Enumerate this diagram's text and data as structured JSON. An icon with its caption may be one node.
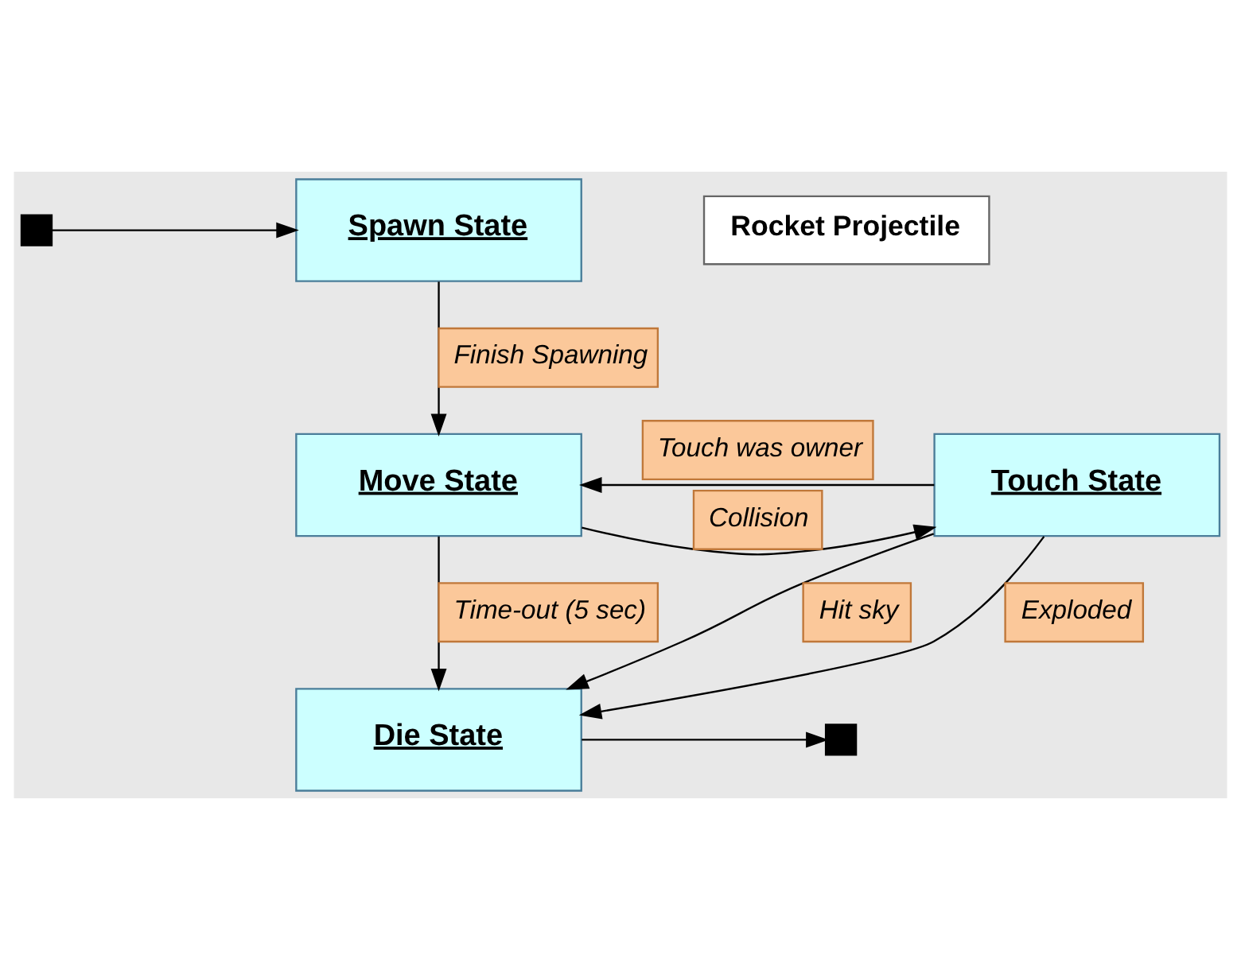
{
  "diagram": {
    "nodes": [
      {
        "text": [],
        "shape": "box"
      },
      {
        "text": [
          "Spawn State"
        ]
      },
      {
        "text": [
          "Move State"
        ]
      },
      {
        "text": [
          "Touch State"
        ]
      },
      {
        "text": [
          "Die State"
        ]
      },
      {
        "text": [],
        "shape": "box"
      },
      {
        "text": [
          "Rocket Projectile"
        ]
      }
    ],
    "edges": [
      {
        "from": 0,
        "to": 1,
        "arrow": "to"
      },
      {
        "from": 1,
        "to": 2,
        "arrow": "to",
        "label": "Finish Spawning"
      },
      {
        "from": 3,
        "to": 2,
        "arrow": "to",
        "label": "Touch was owner"
      },
      {
        "from": 2,
        "to": 3,
        "arrow": "to",
        "label": "Collision"
      },
      {
        "from": 2,
        "to": 4,
        "arrow": "to",
        "label": "Time-out (5 sec)"
      },
      {
        "from": 3,
        "to": 4,
        "arrow": "to",
        "label": "Hit sky"
      },
      {
        "from": 3,
        "to": 4,
        "arrow": "to",
        "label": "Exploded"
      },
      {
        "from": 4,
        "to": 5,
        "arrow": "to"
      }
    ]
  }
}
